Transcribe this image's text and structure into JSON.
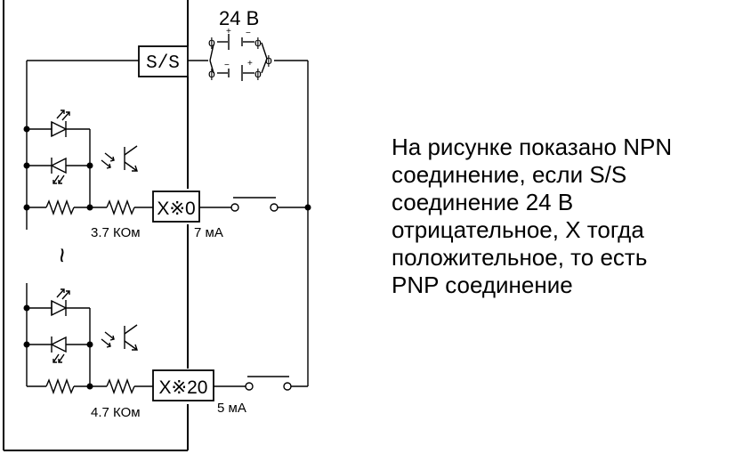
{
  "diagram": {
    "supply_label": "24 В",
    "common_terminal": "S/S",
    "input_first": "X※0",
    "input_last": "X※20",
    "resistor_first": "3.7 КОм",
    "resistor_last": "4.7 КОм",
    "current_first": "7 мА",
    "current_last": "5 мА",
    "ellipsis_symbol": "~",
    "plus_sign": "+",
    "minus_sign": "−",
    "terminal_symbol": "ϕ"
  },
  "note": {
    "lines": [
      "На рисунке показано NPN",
      "соединение, если S/S",
      "соединение 24 В",
      "отрицательное, X тогда",
      "положительное, то есть",
      "PNP соединение"
    ]
  }
}
